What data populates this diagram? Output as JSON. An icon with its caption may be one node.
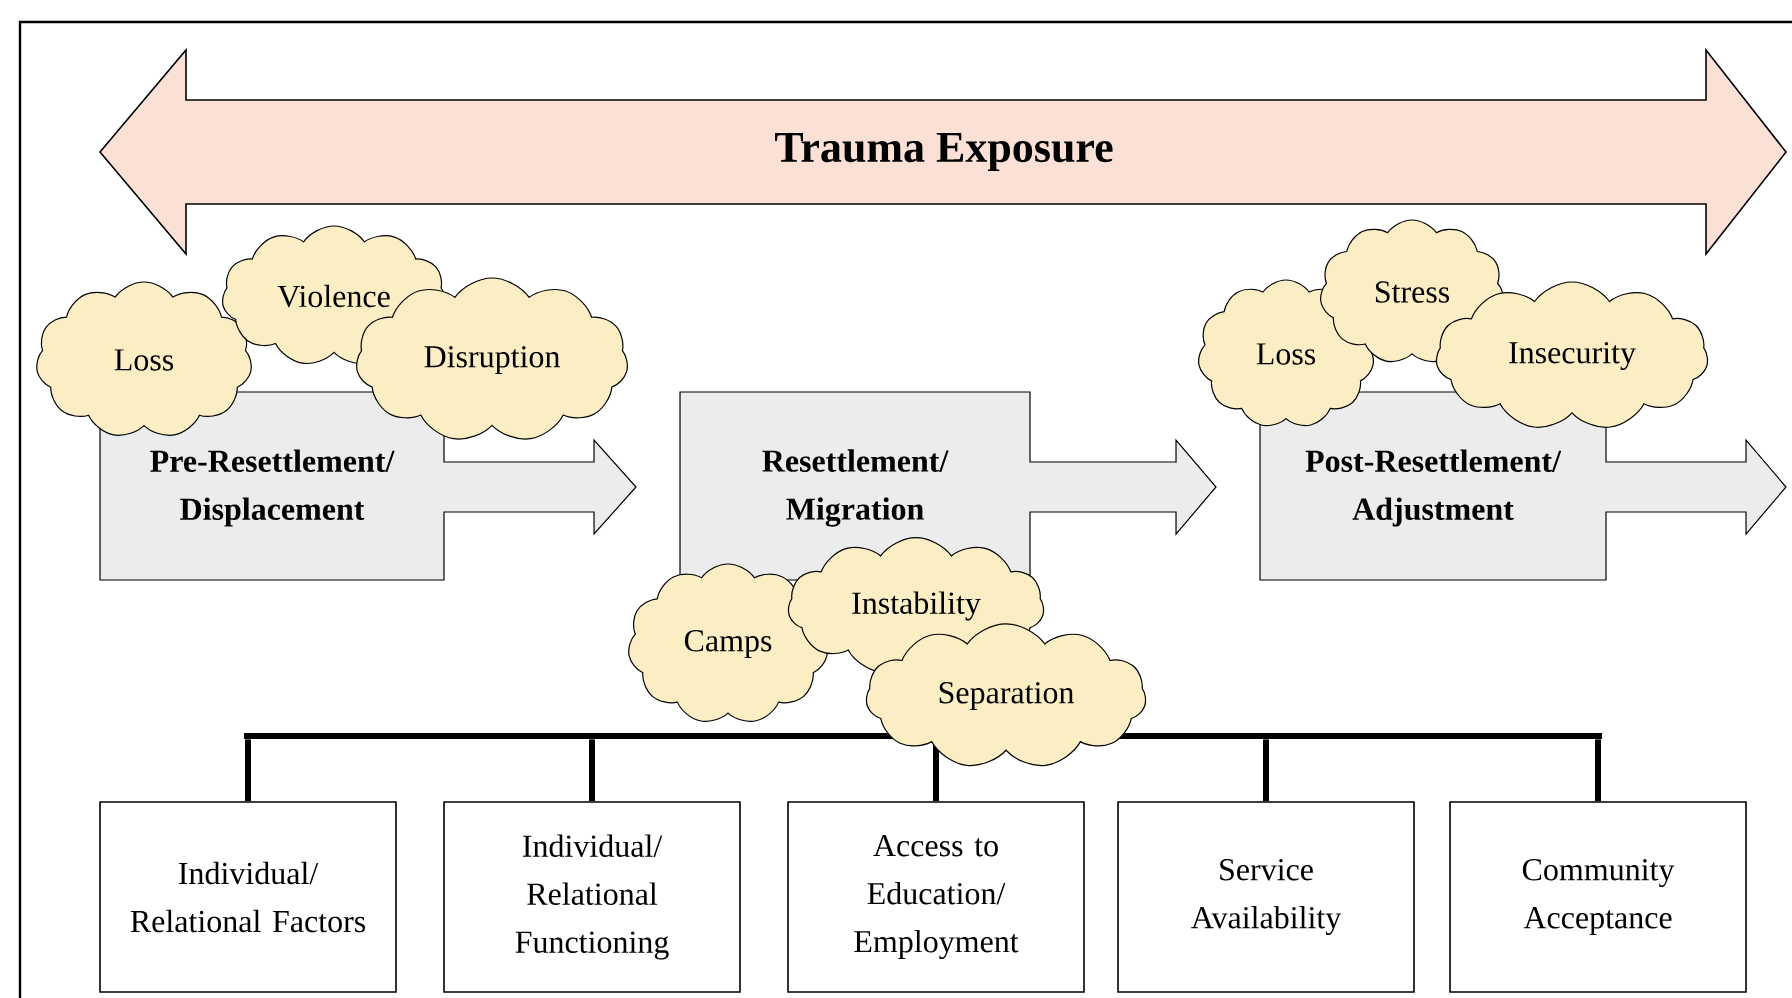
{
  "diagram": {
    "nodes": [
      {
        "text": [
          "Trauma Exposure"
        ]
      },
      {
        "text": [
          "Loss"
        ]
      },
      {
        "text": [
          "Violence"
        ]
      },
      {
        "text": [
          "Disruption"
        ]
      },
      {
        "text": [
          "Pre-Resettlement/ Displacement"
        ]
      },
      {
        "text": [
          "Resettlement/ Migration"
        ]
      },
      {
        "text": [
          "Loss"
        ]
      },
      {
        "text": [
          "Stress"
        ]
      },
      {
        "text": [
          "Insecurity"
        ]
      },
      {
        "text": [
          "Post-Resettlement/ Adjustment"
        ]
      },
      {
        "text": [
          "Camps"
        ]
      },
      {
        "text": [
          "Instability"
        ]
      },
      {
        "text": [
          "Separation"
        ]
      },
      {
        "text": [],
        "shape": "bar"
      },
      {
        "text": [
          "Individual/ Relational Factors"
        ]
      },
      {
        "text": [
          "Individual/ Relational Functioning"
        ]
      },
      {
        "text": [
          "Access to Education/ Employment"
        ]
      },
      {
        "text": [
          "Service Availability"
        ]
      },
      {
        "text": [
          "Community Acceptance"
        ]
      }
    ],
    "edges": [
      {
        "from": 13,
        "to": 14,
        "arrow": "none"
      },
      {
        "from": 13,
        "to": 15,
        "arrow": "none"
      },
      {
        "from": 13,
        "to": 16,
        "arrow": "none"
      },
      {
        "from": 13,
        "to": 17,
        "arrow": "none"
      },
      {
        "from": 13,
        "to": 18,
        "arrow": "none"
      }
    ]
  }
}
